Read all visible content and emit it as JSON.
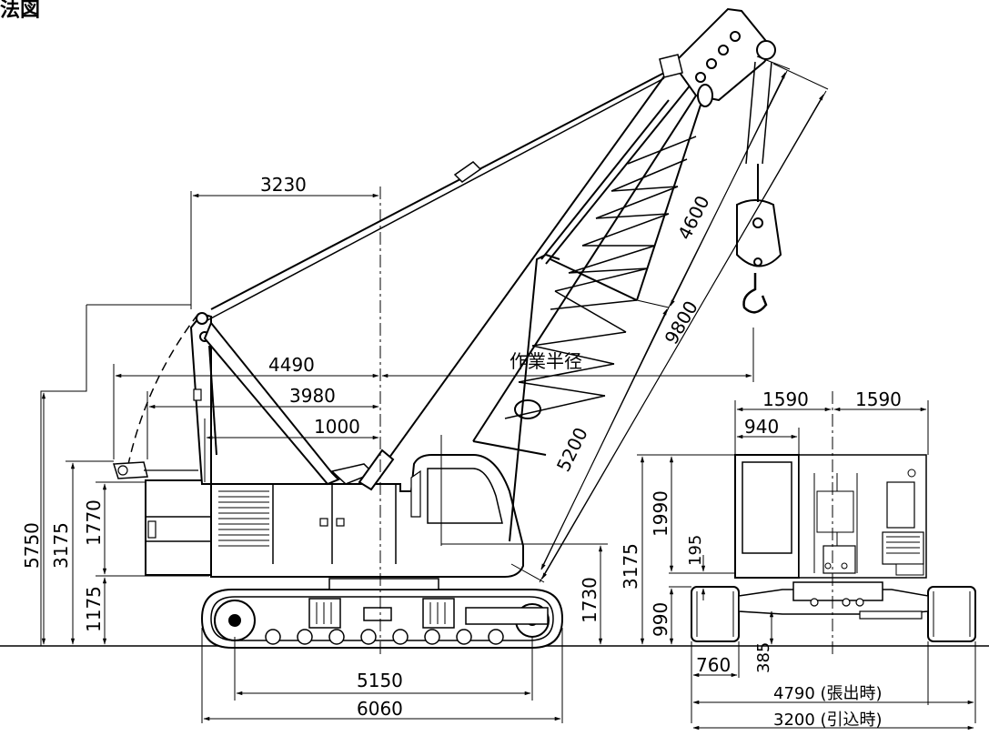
{
  "title": "法図",
  "labels": {
    "work_radius": "作業半径",
    "boom_top": "4600",
    "boom_total": "9800",
    "boom_lower": "5200"
  },
  "side_view": {
    "d3230": "3230",
    "d4490": "4490",
    "d3980": "3980",
    "d1000": "1000",
    "d5750": "5750",
    "d3175": "3175",
    "d1770": "1770",
    "d1175": "1175",
    "d1730": "1730",
    "d5150": "5150",
    "d6060": "6060"
  },
  "rear_view": {
    "d1590_left": "1590",
    "d1590_right": "1590",
    "d940": "940",
    "d3175": "3175",
    "d1990": "1990",
    "d195": "195",
    "d990": "990",
    "d760": "760",
    "d385": "385",
    "d4790": "4790 (張出時)",
    "d3200": "3200 (引込時)"
  }
}
